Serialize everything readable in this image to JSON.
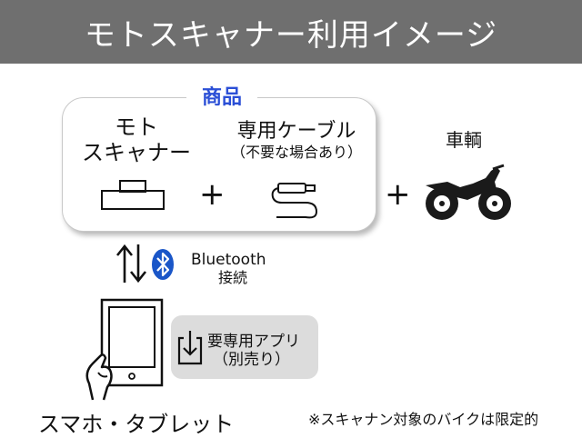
{
  "header": {
    "title": "モトスキャナー利用イメージ"
  },
  "product": {
    "label": "商品",
    "scanner_line1": "モト",
    "scanner_line2": "スキャナー",
    "cable_title": "専用ケーブル",
    "cable_note": "（不要な場合あり）"
  },
  "vehicle": {
    "label": "車輌"
  },
  "connection": {
    "line1": "Bluetooth",
    "line2": "接続"
  },
  "app": {
    "line1": "要専用アプリ",
    "line2": "（別売り）"
  },
  "device": {
    "label": "スマホ・タブレット"
  },
  "footnote": "※スキャナン対象のバイクは限定的",
  "colors": {
    "header_bg": "#6f6f6f",
    "product_label": "#2b4fd6",
    "bluetooth": "#1a56c8",
    "app_box_bg": "#dcdcdc",
    "motorcycle_body": "#1a1a1a"
  },
  "icons": [
    "scanner-icon",
    "cable-icon",
    "motorcycle-icon",
    "up-down-arrows-icon",
    "bluetooth-icon",
    "tablet-icon",
    "hand-icon",
    "download-icon"
  ]
}
